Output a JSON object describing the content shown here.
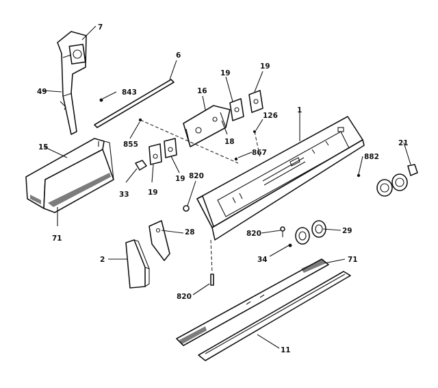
{
  "callouts": {
    "c7": "7",
    "c6": "6",
    "c49": "49",
    "c843": "843",
    "c15": "15",
    "c71a": "71",
    "c855": "855",
    "c33": "33",
    "c19a": "19",
    "c19b": "19",
    "c16": "16",
    "c19c": "19",
    "c19d": "19",
    "c18": "18",
    "c126": "126",
    "c1": "1",
    "c867": "867",
    "c882": "882",
    "c21": "21",
    "c820a": "820",
    "c28": "28",
    "c2": "2",
    "c820b": "820",
    "c29": "29",
    "c34": "34",
    "c71b": "71",
    "c820c": "820",
    "c11": "11"
  }
}
